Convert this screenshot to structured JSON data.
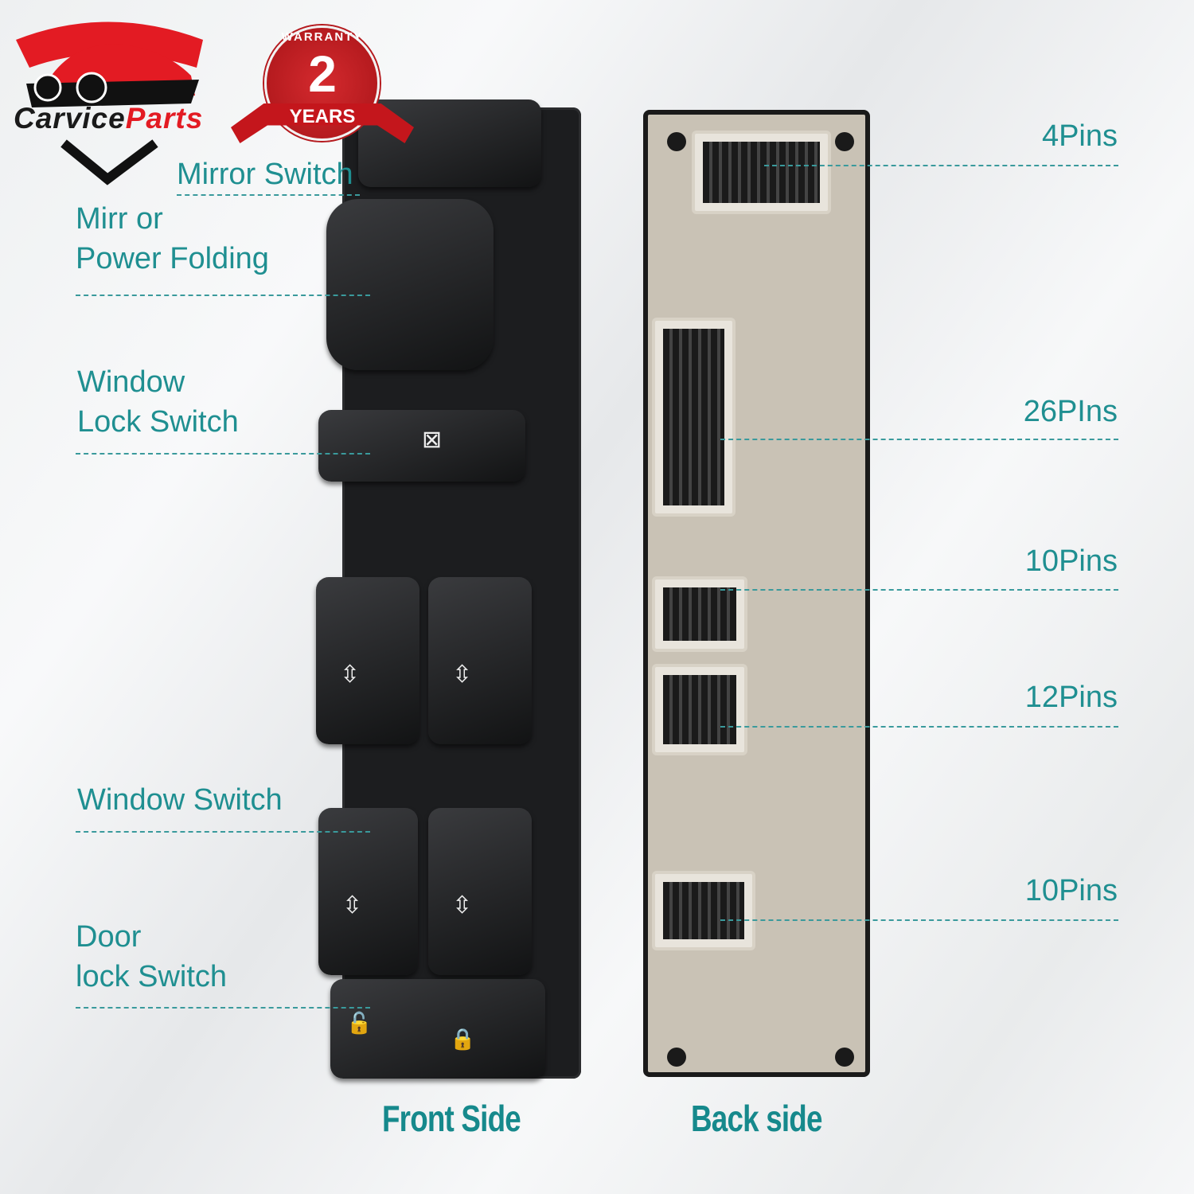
{
  "brand": {
    "name_part1": "Carvice",
    "name_part2": "Parts",
    "colors": {
      "red": "#e31b23",
      "black": "#1a1a1a"
    }
  },
  "warranty": {
    "top": "WARRANTY",
    "number": "2",
    "unit": "YEARS"
  },
  "front_labels": [
    {
      "text": "Mirror Switch"
    },
    {
      "text": "Mirr or\nPower Folding"
    },
    {
      "text": "Window\nLock Switch"
    },
    {
      "text": "Window Switch"
    },
    {
      "text": "Door\nlock Switch"
    }
  ],
  "back_labels": [
    {
      "text": "4Pins"
    },
    {
      "text": "26PIns"
    },
    {
      "text": "10Pins"
    },
    {
      "text": "12Pins"
    },
    {
      "text": "10Pins"
    }
  ],
  "captions": {
    "front": "Front Side",
    "back": "Back side"
  },
  "accent_color": "#1f8f91"
}
